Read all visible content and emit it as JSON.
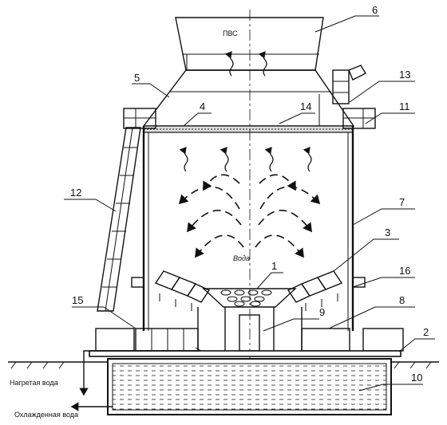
{
  "diagram": {
    "callouts": [
      "1",
      "2",
      "3",
      "4",
      "5",
      "6",
      "7",
      "8",
      "9",
      "10",
      "11",
      "12",
      "13",
      "14",
      "15",
      "16"
    ],
    "labels": {
      "pvs": "ПВС",
      "water": "Вода",
      "heated_water": "Нагретая вода",
      "cooled_water": "Охлажденная вода"
    }
  }
}
